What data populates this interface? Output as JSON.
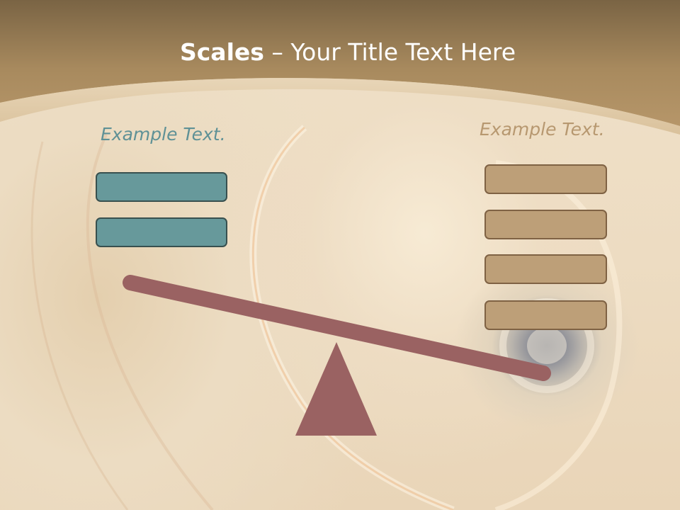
{
  "title": {
    "strong": "Scales",
    "rest": " – Your Title Text Here"
  },
  "left": {
    "label": "Example Text.",
    "box_count": 2
  },
  "right": {
    "label": "Example Text.",
    "box_count": 4
  },
  "colors": {
    "header": "#9b7f57",
    "teal_box": "#67999b",
    "tan_box": "#bd9f78",
    "beam": "#9a6262",
    "left_text": "#5f9196",
    "right_text": "#b79870"
  }
}
